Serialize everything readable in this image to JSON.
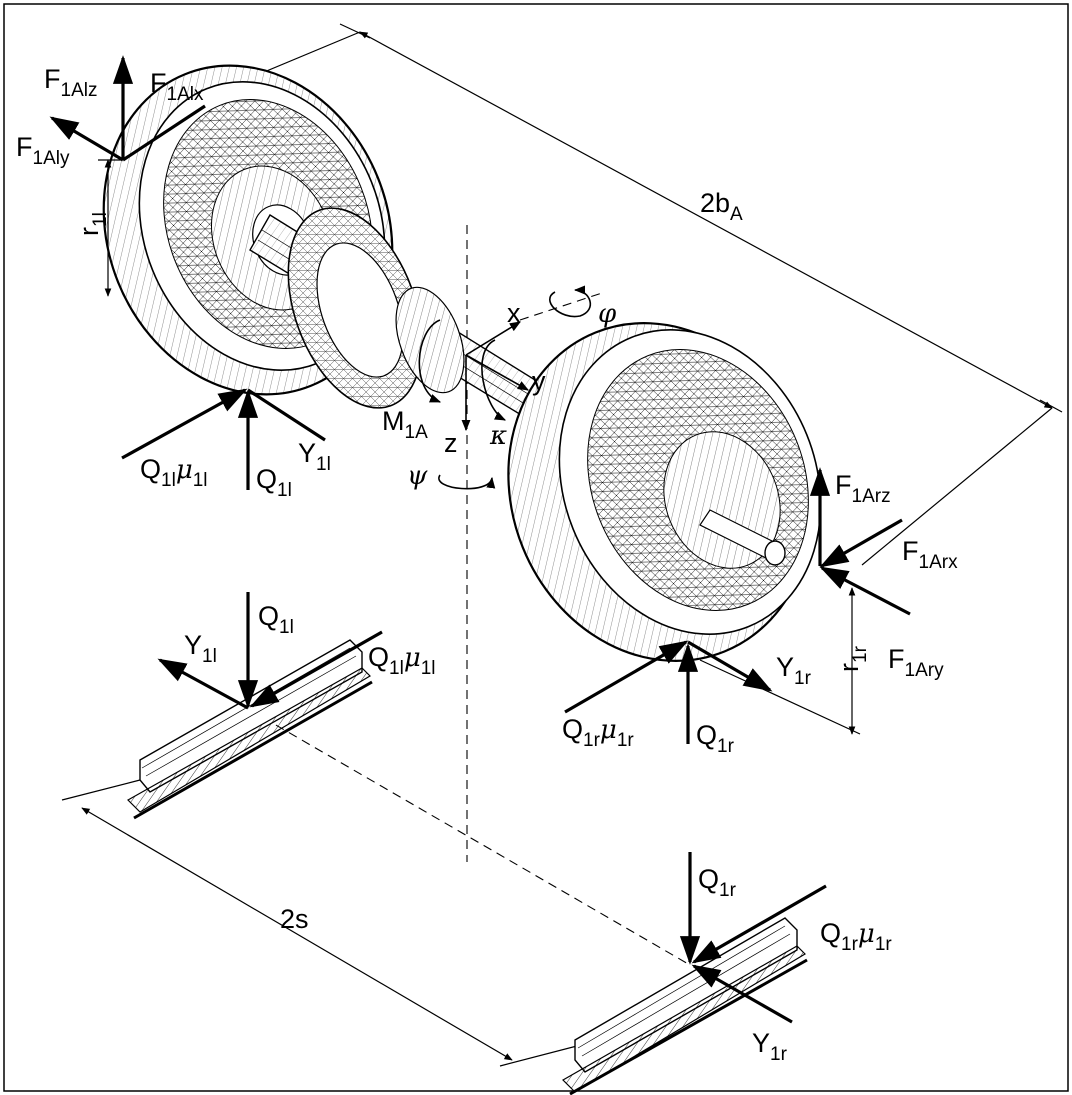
{
  "labels": {
    "F1Alz": {
      "main": "F",
      "sub": "1Alz"
    },
    "F1Alx": {
      "main": "F",
      "sub": "1Alx"
    },
    "F1Aly": {
      "main": "F",
      "sub": "1Aly"
    },
    "r1l": {
      "main": "r",
      "sub": "1l"
    },
    "twobA": {
      "main": "2b",
      "sub": "A"
    },
    "x": "x",
    "phi": "φ",
    "y": "y",
    "M1A": {
      "main": "M",
      "sub": "1A"
    },
    "z": "z",
    "kappa": "κ",
    "psi": "ψ",
    "Q1lmu1l_top": {
      "main": "Q",
      "sub": "1l",
      "mu": "μ",
      "musub": "1l"
    },
    "Q1l_top": {
      "main": "Q",
      "sub": "1l"
    },
    "Y1l_top": {
      "main": "Y",
      "sub": "1l"
    },
    "F1Arz": {
      "main": "F",
      "sub": "1Arz"
    },
    "F1Arx": {
      "main": "F",
      "sub": "1Arx"
    },
    "F1Ary": {
      "main": "F",
      "sub": "1Ary"
    },
    "r1r": {
      "main": "r",
      "sub": "1r"
    },
    "Y1r_top": {
      "main": "Y",
      "sub": "1r"
    },
    "Q1rmu1r_top": {
      "main": "Q",
      "sub": "1r",
      "mu": "μ",
      "musub": "1r"
    },
    "Q1r_top": {
      "main": "Q",
      "sub": "1r"
    },
    "Q1l_rail": {
      "main": "Q",
      "sub": "1l"
    },
    "Y1l_rail": {
      "main": "Y",
      "sub": "1l"
    },
    "Q1lmu1l_rail": {
      "main": "Q",
      "sub": "1l",
      "mu": "μ",
      "musub": "1l"
    },
    "twos": "2s",
    "Q1r_rail": {
      "main": "Q",
      "sub": "1r"
    },
    "Q1rmu1r_rail": {
      "main": "Q",
      "sub": "1r",
      "mu": "μ",
      "musub": "1r"
    },
    "Y1r_rail": {
      "main": "Y",
      "sub": "1r"
    }
  }
}
